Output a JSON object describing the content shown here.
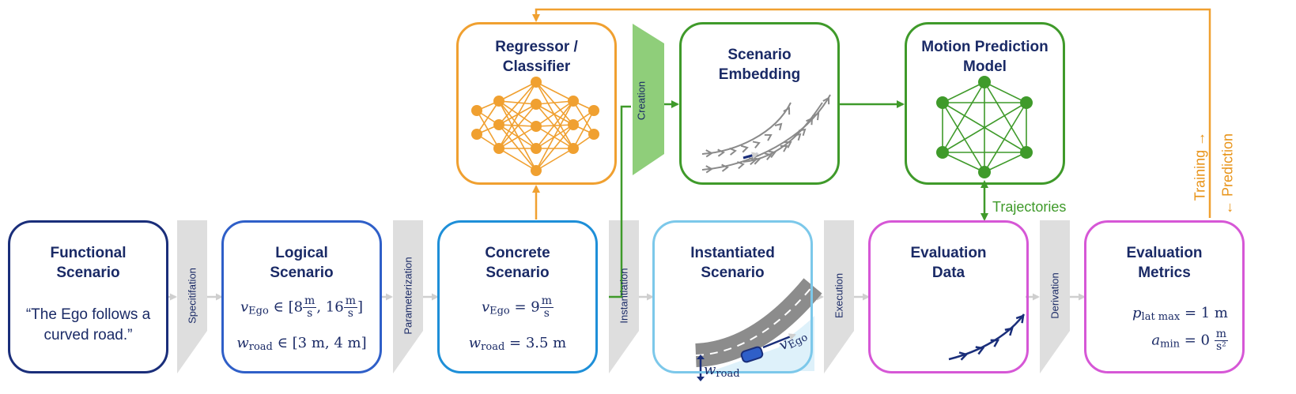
{
  "colors": {
    "navy": "#1a2e7a",
    "blue": "#2f5fc8",
    "cyan": "#1e8fd8",
    "light_cyan": "#7cc8ea",
    "pink": "#d657d6",
    "orange": "#f0a030",
    "green": "#3f9a2a",
    "chevron": "#dcdcdc"
  },
  "boxes": {
    "functional": {
      "title": [
        "Functional",
        "Scenario"
      ],
      "text": [
        "“The Ego follows a",
        "curved road.”"
      ]
    },
    "logical": {
      "title": [
        "Logical",
        "Scenario"
      ],
      "v_var": "v",
      "v_sub": "Ego",
      "v_rel": " ∈ [8",
      "v_mid": ", 16",
      "v_end": "]",
      "unit_num": "m",
      "unit_den": "s",
      "w_var": "w",
      "w_sub": "road",
      "w_rel": " ∈ [3 m, 4 m]"
    },
    "concrete": {
      "title": [
        "Concrete",
        "Scenario"
      ],
      "v_var": "v",
      "v_sub": "Ego",
      "v_rel": " = 9",
      "unit_num": "m",
      "unit_den": "s",
      "w_var": "w",
      "w_sub": "road",
      "w_rel": " = 3.5 m"
    },
    "instantiated": {
      "title": [
        "Instantiated",
        "Scenario"
      ],
      "w_var": "w",
      "w_sub": "road",
      "v_var": "v",
      "v_sub": "Ego"
    },
    "evaluation_data": {
      "title": [
        "Evaluation",
        "Data"
      ]
    },
    "evaluation_metrics": {
      "title": [
        "Evaluation",
        "Metrics"
      ],
      "p_var": "p",
      "p_sub": "lat max",
      "p_rel": " = 1 m",
      "a_var": "a",
      "a_sub": "min",
      "a_rel": " = 0",
      "unit_num": "m",
      "unit_den": "s²"
    },
    "regressor": {
      "title": [
        "Regressor /",
        "Classifier"
      ]
    },
    "embedding": {
      "title": [
        "Scenario",
        "Embedding"
      ]
    },
    "motion": {
      "title": [
        "Motion Prediction",
        "Model"
      ]
    }
  },
  "steps": [
    "Specitifation",
    "Parameterization",
    "Instantiation",
    "Execution",
    "Derivation"
  ],
  "creation_label": "Creation",
  "trajectories_label": "Trajectories",
  "training_label": "Training →",
  "prediction_label": "← Prediction"
}
